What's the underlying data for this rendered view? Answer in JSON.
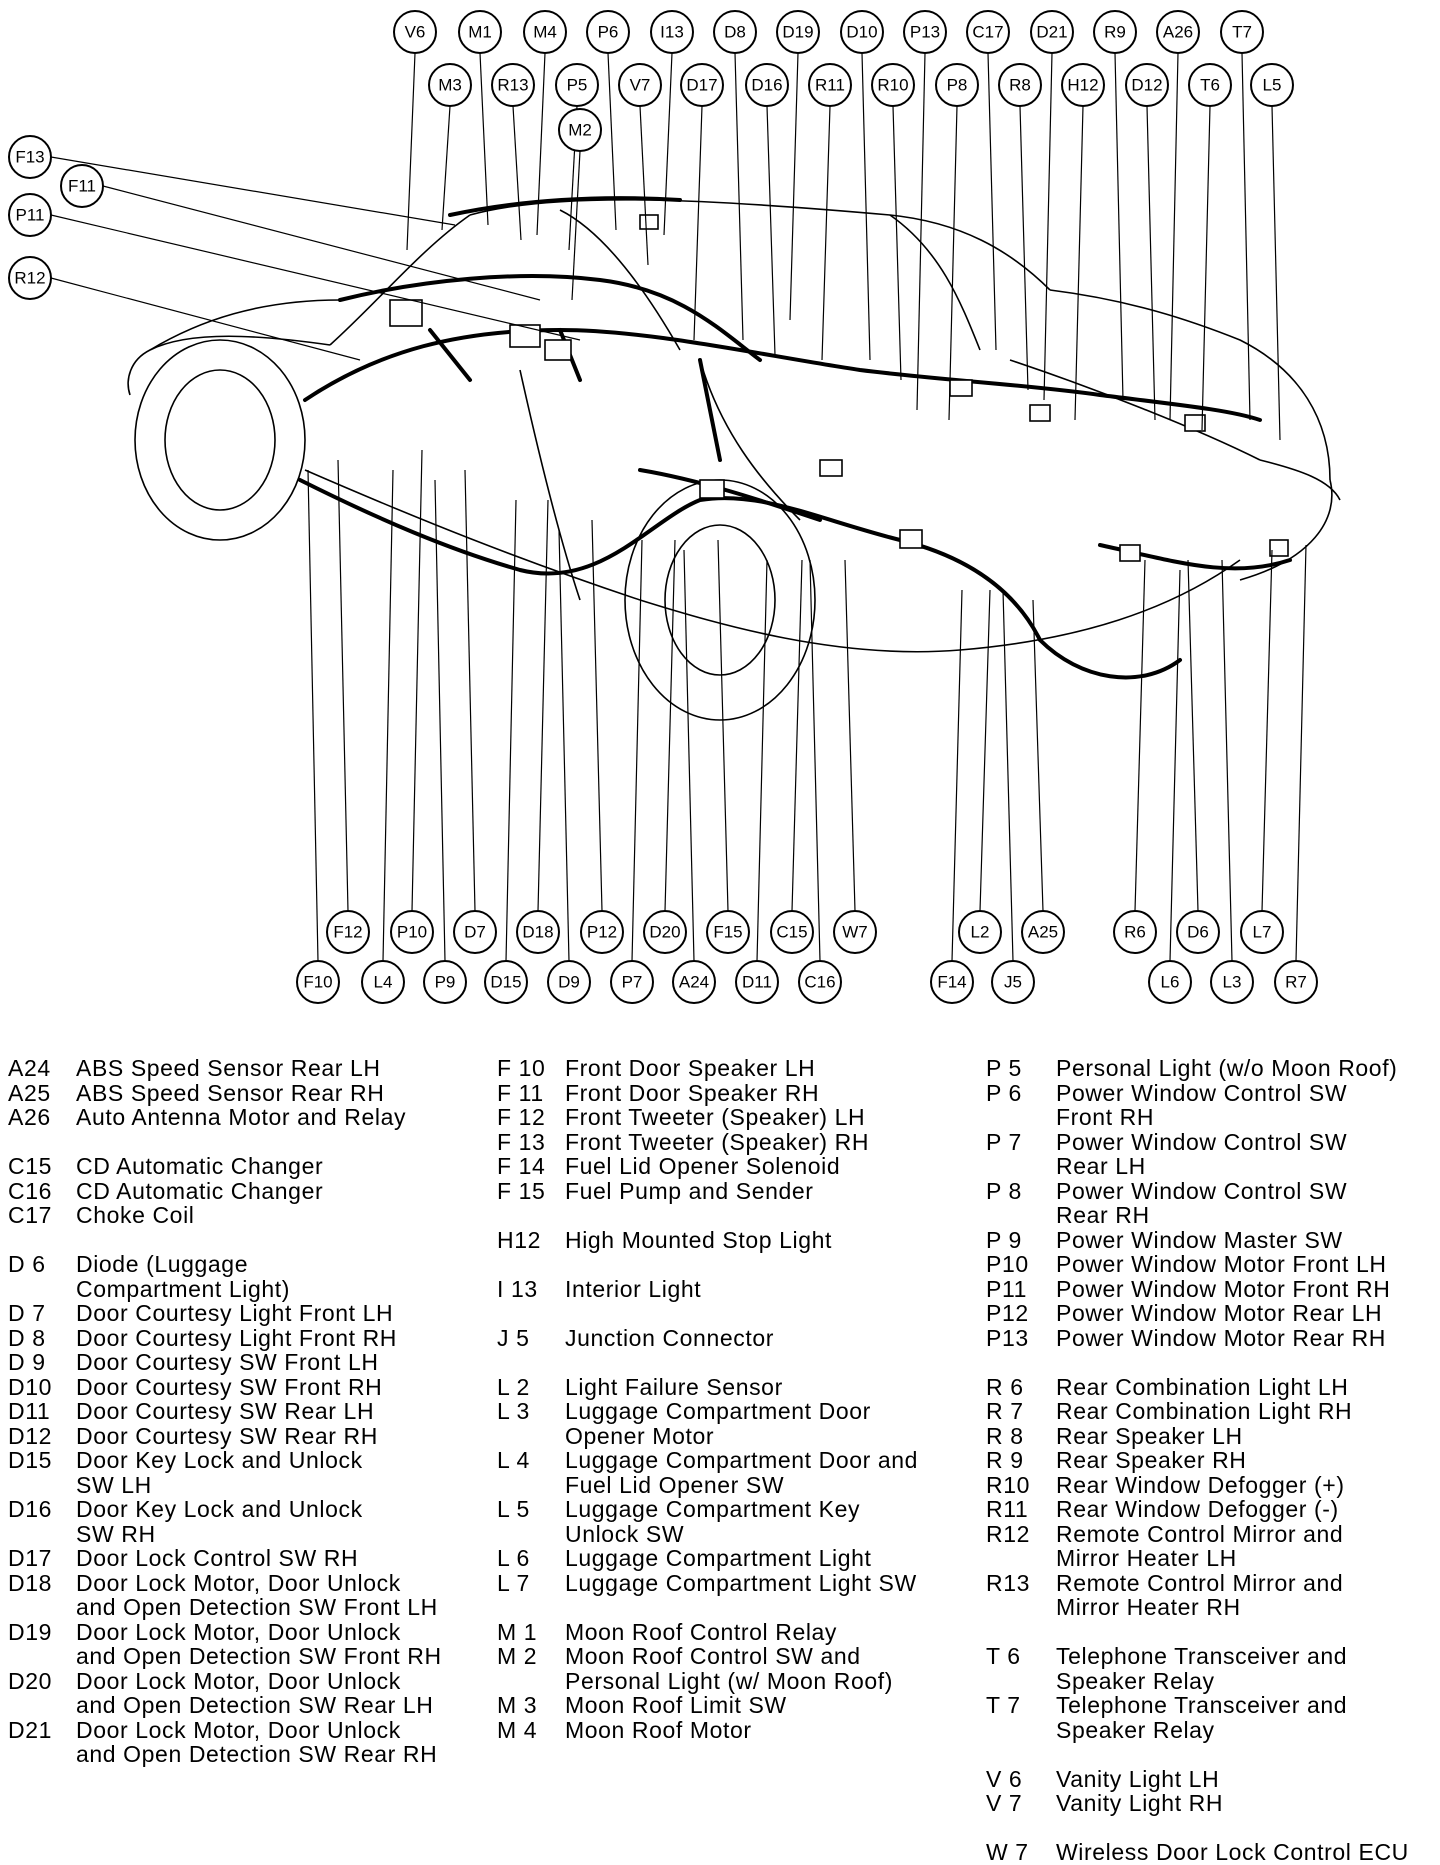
{
  "callouts": {
    "top1": [
      "V6",
      "M1",
      "M4",
      "P6",
      "I13",
      "D8",
      "D19",
      "D10",
      "P13",
      "C17",
      "D21",
      "R9",
      "A26",
      "T7"
    ],
    "top2": [
      "M3",
      "R13",
      "P5",
      "V7",
      "D17",
      "D16",
      "R11",
      "R10",
      "P8",
      "R8",
      "H12",
      "D12",
      "T6",
      "L5"
    ],
    "mid": [
      "M2"
    ],
    "left": [
      "F13",
      "F11",
      "P11",
      "R12"
    ],
    "bottom1": [
      "F12",
      "P10",
      "D7",
      "D18",
      "P12",
      "D20",
      "F15",
      "C15",
      "W7",
      "L2",
      "A25",
      "R6",
      "D6",
      "L7"
    ],
    "bottom2": [
      "F10",
      "L4",
      "P9",
      "D15",
      "D9",
      "P7",
      "A24",
      "D11",
      "C16",
      "F14",
      "J5",
      "L6",
      "L3",
      "R7"
    ]
  },
  "legend": {
    "col1": [
      {
        "code": "A24",
        "desc": "ABS Speed Sensor Rear LH"
      },
      {
        "code": "A25",
        "desc": "ABS Speed Sensor Rear RH"
      },
      {
        "code": "A26",
        "desc": "Auto Antenna Motor and Relay"
      },
      {
        "gap": true
      },
      {
        "code": "C15",
        "desc": "CD Automatic Changer"
      },
      {
        "code": "C16",
        "desc": "CD Automatic Changer"
      },
      {
        "code": "C17",
        "desc": "Choke Coil"
      },
      {
        "gap": true
      },
      {
        "code": "D 6",
        "desc": "Diode (Luggage"
      },
      {
        "code": "",
        "desc": "Compartment Light)"
      },
      {
        "code": "D 7",
        "desc": "Door Courtesy Light Front LH"
      },
      {
        "code": "D 8",
        "desc": "Door Courtesy Light Front RH"
      },
      {
        "code": "D 9",
        "desc": "Door Courtesy SW Front LH"
      },
      {
        "code": "D10",
        "desc": "Door Courtesy SW Front RH"
      },
      {
        "code": "D11",
        "desc": "Door Courtesy SW Rear LH"
      },
      {
        "code": "D12",
        "desc": "Door Courtesy SW Rear RH"
      },
      {
        "code": "D15",
        "desc": "Door Key Lock and Unlock"
      },
      {
        "code": "",
        "desc": "SW LH"
      },
      {
        "code": "D16",
        "desc": "Door Key Lock and Unlock"
      },
      {
        "code": "",
        "desc": "SW RH"
      },
      {
        "code": "D17",
        "desc": "Door Lock Control SW RH"
      },
      {
        "code": "D18",
        "desc": "Door Lock Motor, Door Unlock"
      },
      {
        "code": "",
        "desc": "and Open Detection SW Front LH"
      },
      {
        "code": "D19",
        "desc": "Door Lock Motor, Door Unlock"
      },
      {
        "code": "",
        "desc": "and Open Detection SW Front RH"
      },
      {
        "code": "D20",
        "desc": "Door Lock Motor, Door Unlock"
      },
      {
        "code": "",
        "desc": "and Open Detection SW Rear LH"
      },
      {
        "code": "D21",
        "desc": "Door Lock Motor, Door Unlock"
      },
      {
        "code": "",
        "desc": "and Open Detection SW Rear RH"
      }
    ],
    "col2": [
      {
        "code": "F 10",
        "desc": "Front Door Speaker LH"
      },
      {
        "code": "F 11",
        "desc": "Front Door Speaker RH"
      },
      {
        "code": "F 12",
        "desc": "Front Tweeter (Speaker) LH"
      },
      {
        "code": "F 13",
        "desc": "Front Tweeter (Speaker) RH"
      },
      {
        "code": "F 14",
        "desc": "Fuel Lid Opener Solenoid"
      },
      {
        "code": "F 15",
        "desc": "Fuel Pump and Sender"
      },
      {
        "gap": true
      },
      {
        "code": "H12",
        "desc": "High Mounted Stop Light"
      },
      {
        "gap": true
      },
      {
        "code": "I 13",
        "desc": "Interior Light"
      },
      {
        "gap": true
      },
      {
        "code": "J 5",
        "desc": "Junction Connector"
      },
      {
        "gap": true
      },
      {
        "code": "L 2",
        "desc": "Light Failure Sensor"
      },
      {
        "code": "L 3",
        "desc": "Luggage Compartment Door"
      },
      {
        "code": "",
        "desc": "Opener Motor"
      },
      {
        "code": "L 4",
        "desc": "Luggage Compartment Door and"
      },
      {
        "code": "",
        "desc": "Fuel Lid Opener SW"
      },
      {
        "code": "L 5",
        "desc": "Luggage Compartment Key"
      },
      {
        "code": "",
        "desc": "Unlock SW"
      },
      {
        "code": "L 6",
        "desc": "Luggage Compartment Light"
      },
      {
        "code": "L 7",
        "desc": "Luggage Compartment Light SW"
      },
      {
        "gap": true
      },
      {
        "code": "M 1",
        "desc": "Moon Roof Control Relay"
      },
      {
        "code": "M 2",
        "desc": "Moon Roof Control SW and"
      },
      {
        "code": "",
        "desc": "Personal Light (w/ Moon Roof)"
      },
      {
        "code": "M 3",
        "desc": "Moon Roof Limit SW"
      },
      {
        "code": "M 4",
        "desc": "Moon Roof Motor"
      }
    ],
    "col3": [
      {
        "code": "P 5",
        "desc": "Personal Light (w/o Moon Roof)"
      },
      {
        "code": "P 6",
        "desc": "Power Window Control SW"
      },
      {
        "code": "",
        "desc": "Front RH"
      },
      {
        "code": "P 7",
        "desc": "Power Window Control SW"
      },
      {
        "code": "",
        "desc": "Rear LH"
      },
      {
        "code": "P 8",
        "desc": "Power Window Control SW"
      },
      {
        "code": "",
        "desc": "Rear RH"
      },
      {
        "code": "P 9",
        "desc": "Power Window Master SW"
      },
      {
        "code": "P10",
        "desc": "Power Window Motor Front LH"
      },
      {
        "code": "P11",
        "desc": "Power Window Motor Front RH"
      },
      {
        "code": "P12",
        "desc": "Power Window Motor Rear LH"
      },
      {
        "code": "P13",
        "desc": "Power Window Motor Rear RH"
      },
      {
        "gap": true
      },
      {
        "code": "R 6",
        "desc": "Rear Combination Light LH"
      },
      {
        "code": "R 7",
        "desc": "Rear Combination Light RH"
      },
      {
        "code": "R 8",
        "desc": "Rear Speaker LH"
      },
      {
        "code": "R 9",
        "desc": "Rear Speaker RH"
      },
      {
        "code": "R10",
        "desc": "Rear Window Defogger (+)"
      },
      {
        "code": "R11",
        "desc": "Rear Window Defogger (-)"
      },
      {
        "code": "R12",
        "desc": "Remote Control Mirror and"
      },
      {
        "code": "",
        "desc": "Mirror Heater LH"
      },
      {
        "code": "R13",
        "desc": "Remote Control Mirror and"
      },
      {
        "code": "",
        "desc": "Mirror Heater RH"
      },
      {
        "gap": true
      },
      {
        "code": "T 6",
        "desc": "Telephone Transceiver and"
      },
      {
        "code": "",
        "desc": "Speaker Relay"
      },
      {
        "code": "T 7",
        "desc": "Telephone Transceiver and"
      },
      {
        "code": "",
        "desc": "Speaker Relay"
      },
      {
        "gap": true
      },
      {
        "code": "V 6",
        "desc": "Vanity Light LH"
      },
      {
        "code": "V 7",
        "desc": "Vanity Light RH"
      },
      {
        "gap": true
      },
      {
        "code": "W 7",
        "desc": "Wireless Door Lock Control ECU"
      }
    ]
  }
}
